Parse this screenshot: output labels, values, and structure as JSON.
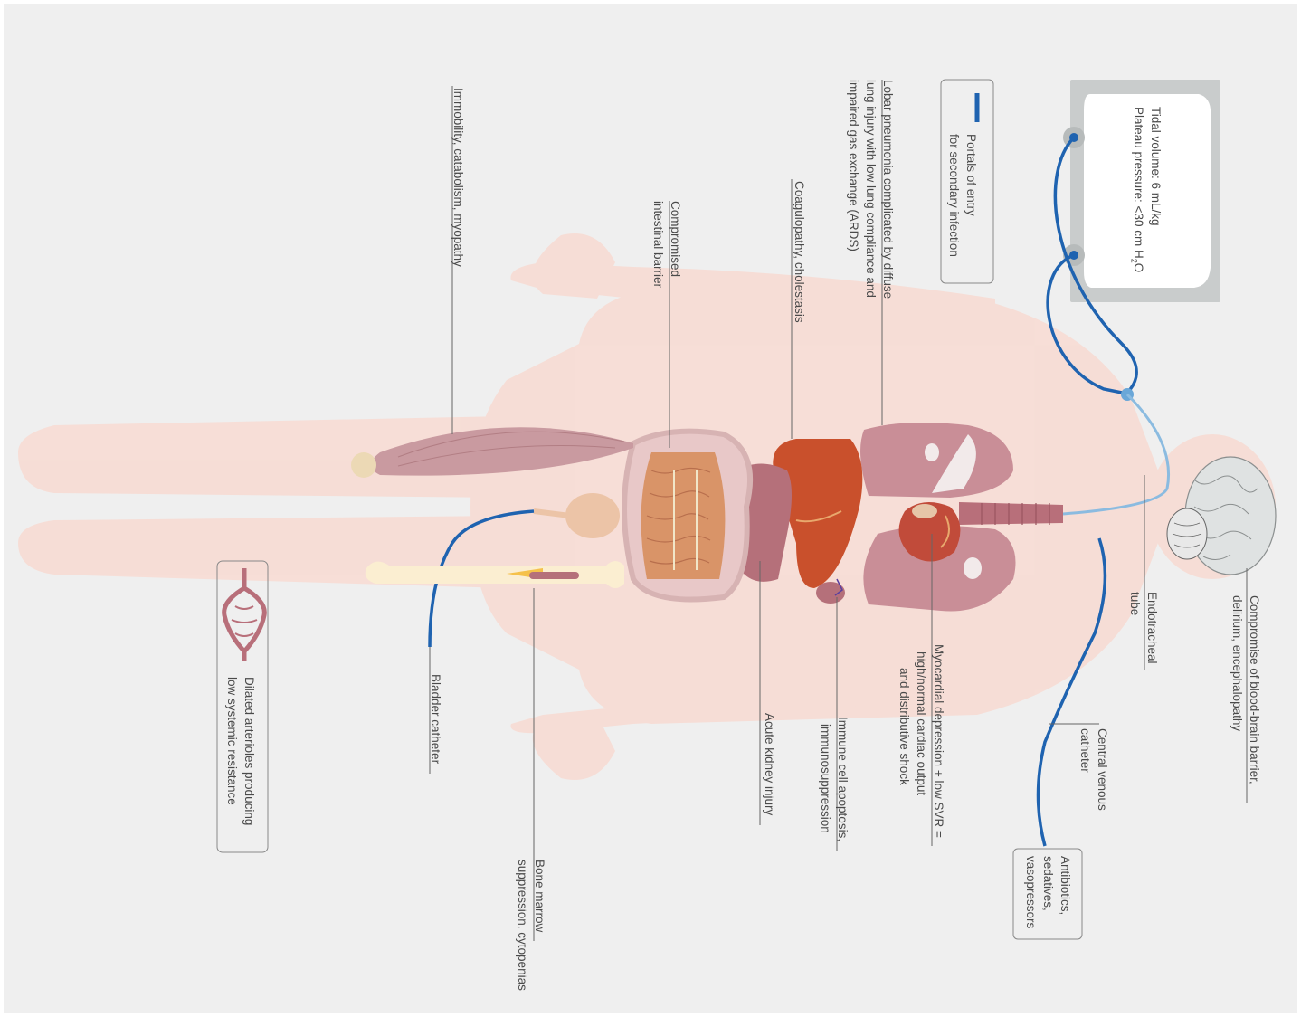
{
  "figure": {
    "ventilator": {
      "line1": "Tidal volume: 6 mL/kg",
      "line2": "Plateau pressure: <30 cm H",
      "line2_sub": "2",
      "line2_tail": "O"
    },
    "legend": {
      "portal_line1": "Portals of entry",
      "portal_line2": "for secondary infection",
      "arteriole_line1": "Dilated arterioles producing",
      "arteriole_line2": "low systemic resistance"
    },
    "labels": {
      "brain_l1": "Compromise of blood-brain barrier,",
      "brain_l2": "delirium, encephalopathy",
      "endo_l1": "Endotracheal",
      "endo_l2": "tube",
      "cvc_l1": "Central venous",
      "cvc_l2": "catheter",
      "drugs_l1": "Antibiotics,",
      "drugs_l2": "sedatives,",
      "drugs_l3": "vasopressors",
      "myo_l1": "Myocardial depression + low SVR =",
      "myo_l2": "high/normal cardiac output",
      "myo_l3": "and distributive shock",
      "immune_l1": "Immune cell apoptosis,",
      "immune_l2": "immunosuppression",
      "aki": "Acute kidney injury",
      "bone_l1": "Bone marrow",
      "bone_l2": "suppression, cytopenias",
      "bladder": "Bladder catheter",
      "lobar_l1": "Lobar pneumonia complicated by diffuse",
      "lobar_l2": "lung injury with low lung compliance and",
      "lobar_l3": "impaired gas exchange (ARDS)",
      "coag": "Coagulopathy, cholestasis",
      "gut_l1": "Compromised",
      "gut_l2": "intestinal barrier",
      "muscle": "Immobility, catabolism, myopathy"
    }
  },
  "colors": {
    "background": "#efefef",
    "body": "#f7dcd4",
    "catheter": "#1f63b0",
    "tube": "#8bbbe0",
    "liver": "#c9502c",
    "lung": "#c98e97",
    "muscle": "#c99aa0",
    "kidney": "#b5707a",
    "intestine": "#d99468",
    "ventilator": "#c9cccc"
  }
}
